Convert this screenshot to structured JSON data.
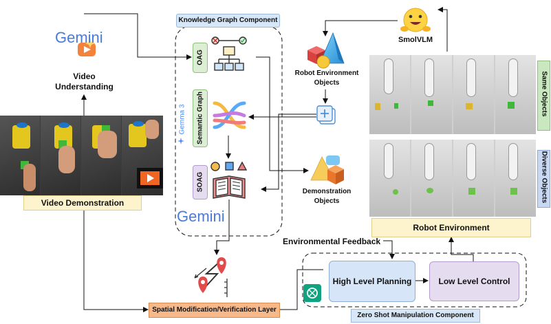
{
  "gemini": {
    "top_logo": "Gemini",
    "bottom_logo": "Gemini",
    "gemma_label": "Gemma 3"
  },
  "video_understanding": {
    "line1": "Video",
    "line2": "Understanding"
  },
  "video_demonstration": "Video Demonstration",
  "kg": {
    "title": "Knowledge Graph Component",
    "oag": "OAG",
    "semantic_graph": "Semantic Graph",
    "soag": "SOAG"
  },
  "robot_env_objects": {
    "line1": "Robot Environment",
    "line2": "Objects"
  },
  "demo_objects": {
    "line1": "Demonstration",
    "line2": "Objects"
  },
  "smolvlm": "SmolVLM",
  "same_objects": "Same Objects",
  "diverse_objects": "Diverse Objects",
  "robot_environment": "Robot Environment",
  "environmental_feedback": "Environmental Feedback",
  "high_level_planning": "High Level Planning",
  "low_level_control": "Low Level Control",
  "zero_shot": "Zero Shot Manipulation Component",
  "spatial_layer": "Spatial Modification/Verification Layer",
  "colors": {
    "oag_bg": "#dcefd4",
    "semantic_bg": "#dcefd4",
    "soag_bg": "#e6dcef",
    "video_demo_bg": "#fdf3cc",
    "robot_env_bg": "#fdf3cc",
    "high_level_bg": "#d6e5f7",
    "low_level_bg": "#e6dcef",
    "spatial_bg": "#f7b98a",
    "same_obj_bg": "#c9e8bf",
    "diverse_obj_bg": "#c9d8f2"
  }
}
